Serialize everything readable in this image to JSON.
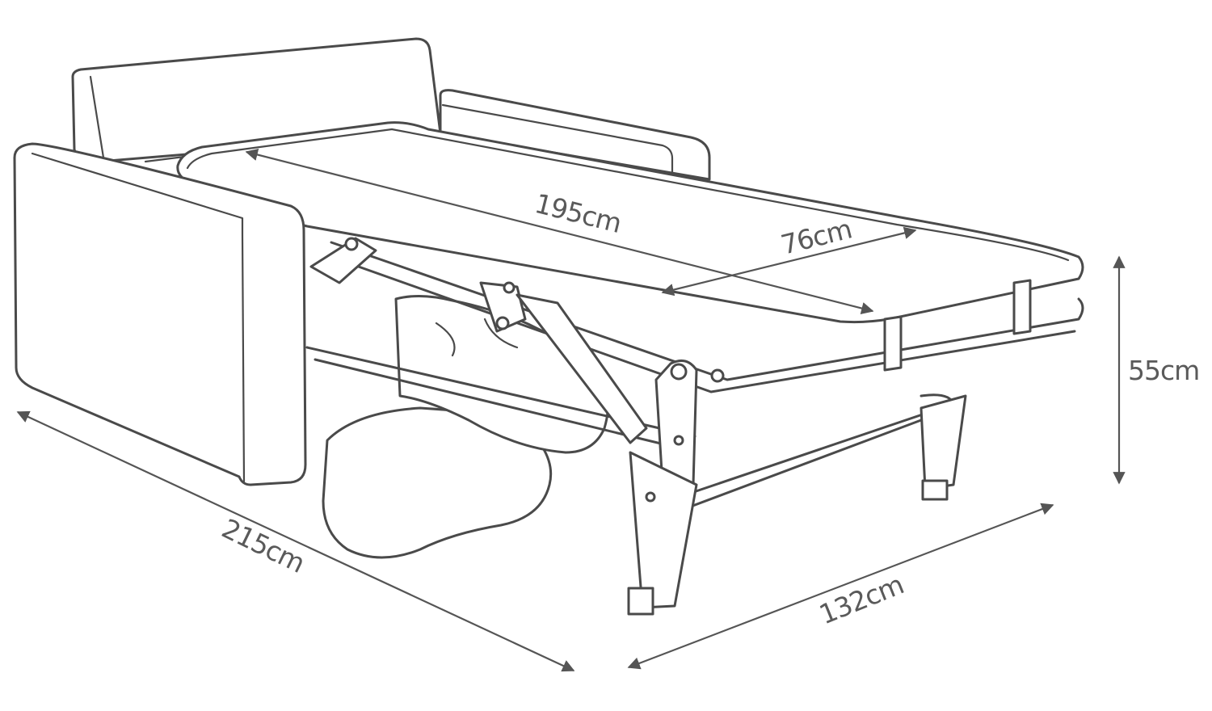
{
  "dimensions": {
    "bed_length": "195cm",
    "bed_width": "76cm",
    "overall_length": "215cm",
    "overall_depth": "132cm",
    "height": "55cm"
  },
  "colors": {
    "line": "#4a4a4a",
    "label": "#5a5a5a",
    "background": "#ffffff"
  }
}
